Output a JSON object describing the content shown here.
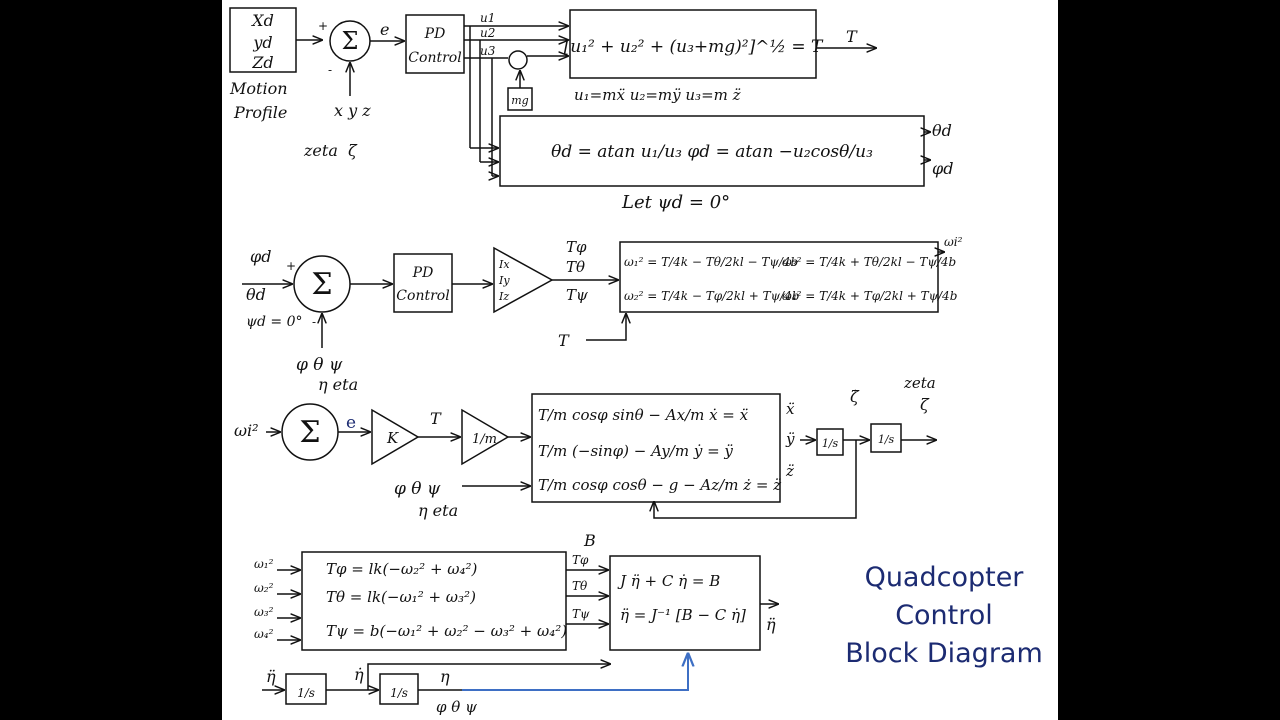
{
  "title": {
    "lines": [
      "Quadcopter",
      "Control",
      "Block Diagram"
    ]
  },
  "row1": {
    "motion_profile_inputs": [
      "Xd",
      "yd",
      "Zd"
    ],
    "motion_profile_label": [
      "Motion",
      "Profile"
    ],
    "sum_symbol": "Σ",
    "error_label": "e",
    "plus_sign": "+",
    "minus_sign": "-",
    "feedback_label": "x y z",
    "zeta_label": "zeta",
    "zeta_symbol": "ζ",
    "pd_label": [
      "PD",
      "Control"
    ],
    "u_labels": [
      "u1",
      "u2",
      "u3"
    ],
    "mg_label": "mg",
    "thrust_equation": "[u₁² + u₂² + (u₃+mg)²]^½ = T",
    "thrust_output": "T",
    "u_definitions": "u₁=mẍ  u₂=mÿ  u₃=m z̈",
    "angle_equations": "θd = atan u₁/u₃      φd = atan −u₂cosθ/u₃",
    "angle_outputs": [
      "θd",
      "φd"
    ],
    "psi_note": "Let ψd = 0°"
  },
  "row2": {
    "inputs": [
      "φd",
      "θd",
      "ψd = 0°"
    ],
    "plus_sign": "+",
    "minus_sign": "-",
    "sum_symbol": "Σ",
    "feedback_label": "φ θ ψ",
    "eta_label": "η eta",
    "pd_label": [
      "PD",
      "Control"
    ],
    "inertia_labels": [
      "Ix",
      "Iy",
      "Iz"
    ],
    "torque_labels": [
      "Tφ",
      "Tθ",
      "Tψ"
    ],
    "thrust_input": "T",
    "omega_equations": [
      "ω₁² = T/4k − Tθ/2kl − Tψ/4b",
      "ω₃² = T/4k + Tθ/2kl − Tψ/4b",
      "ω₂² = T/4k − Tφ/2kl + Tψ/4b",
      "ω₄² = T/4k + Tφ/2kl + Tψ/4b"
    ],
    "output_label": "ωi²"
  },
  "row3": {
    "input": "ωi²",
    "sum_symbol": "Σ",
    "error_label": "e",
    "gain_label": "K",
    "thrust_label": "T",
    "mass_gain": "1/m",
    "angles_input": "φ θ ψ",
    "eta_label": "η eta",
    "equations": [
      "T/m cosφ sinθ − Ax/m ẋ = ẍ",
      "T/m (−sinφ) − Ay/m ẏ = ÿ",
      "T/m cosφ cosθ − g − Az/m ż = z̈"
    ],
    "accel_labels": [
      "ẍ",
      "ÿ",
      "z̈"
    ],
    "integrator": "1/s",
    "zeta_dot": "ζ̇",
    "zeta_label": "zeta",
    "zeta_symbol": "ζ"
  },
  "row4": {
    "inputs": [
      "ω₁²",
      "ω₂²",
      "ω₃²",
      "ω₄²"
    ],
    "torque_equations": [
      "Tφ = lk(−ω₂² + ω₄²)",
      "Tθ = lk(−ω₁² + ω₃²)",
      "Tψ = b(−ω₁² + ω₂² − ω₃² + ω₄²)"
    ],
    "torque_labels": [
      "Tφ",
      "Tθ",
      "Tψ"
    ],
    "b_label": "B",
    "dynamics_equations": [
      "J η̈ + C η̇ = B",
      "η̈ = J⁻¹ [B − C η̇]"
    ],
    "output_label": "η̈",
    "integrator": "1/s",
    "eta_ddot": "η̈",
    "eta_dot": "η̇",
    "eta": "η",
    "angles": "φ θ ψ"
  },
  "colors": {
    "title": "#1c2b72",
    "feedback_line": "#3e6fc4",
    "ink": "#111111"
  }
}
